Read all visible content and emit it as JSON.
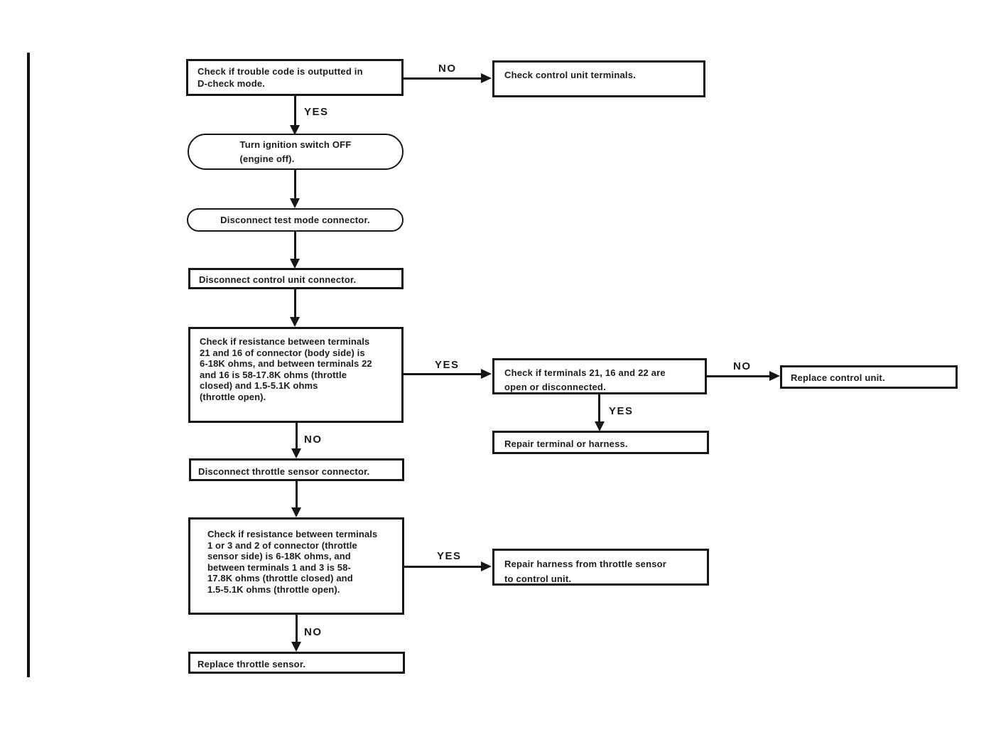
{
  "flowchart": {
    "colors": {
      "ink": "#161616",
      "background": "#ffffff"
    },
    "edge_labels": {
      "yes": "YES",
      "no": "NO"
    },
    "nodes": {
      "check_trouble_code": {
        "text": "Check if trouble code is outputted in\nD-check mode."
      },
      "check_control_unit_terminals": {
        "text": "Check control unit terminals."
      },
      "turn_ignition_off": {
        "text": "Turn ignition switch OFF\n(engine off)."
      },
      "disconnect_test_mode": {
        "text": "Disconnect test mode connector."
      },
      "disconnect_control_unit_connector": {
        "text": "Disconnect control unit connector."
      },
      "check_resistance_body_side": {
        "text": "Check if resistance between terminals\n21 and 16 of connector (body side) is\n6-18K ohms, and between terminals 22\nand 16 is 58-17.8K ohms (throttle\nclosed) and 1.5-5.1K ohms\n(throttle open)."
      },
      "check_terminals_open": {
        "text": "Check if terminals 21, 16 and 22 are\nopen or disconnected."
      },
      "replace_control_unit": {
        "text": "Replace control unit."
      },
      "repair_terminal_or_harness": {
        "text": "Repair terminal or harness."
      },
      "disconnect_throttle_sensor_connector": {
        "text": "Disconnect throttle sensor connector."
      },
      "check_resistance_throttle_side": {
        "text": "Check if resistance between terminals\n1 or 3 and 2 of connector (throttle\nsensor side) is 6-18K ohms, and\nbetween terminals 1 and 3 is 58-\n17.8K ohms (throttle closed) and\n1.5-5.1K ohms (throttle open)."
      },
      "repair_harness_throttle_to_cu": {
        "text": "Repair harness from throttle sensor\nto control unit."
      },
      "replace_throttle_sensor": {
        "text": "Replace throttle sensor."
      }
    }
  }
}
